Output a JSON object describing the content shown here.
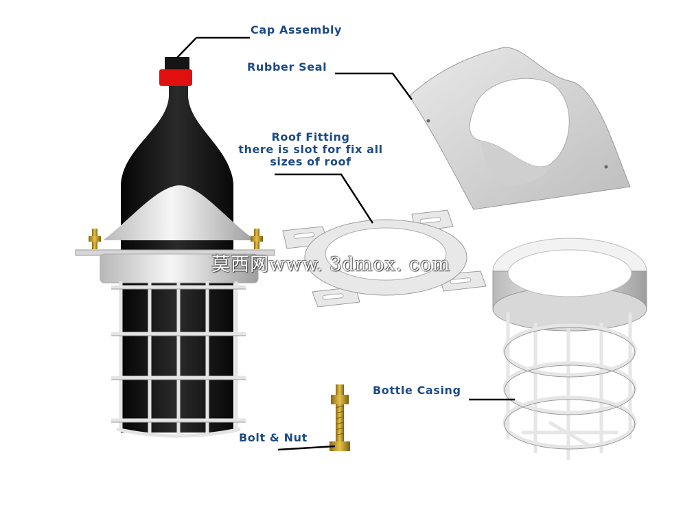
{
  "labels": {
    "cap_assembly": "Cap Assembly",
    "rubber_seal": "Rubber Seal",
    "roof_fitting_line1": "Roof Fitting",
    "roof_fitting_line2": "there is slot for fix all",
    "roof_fitting_line3": "sizes of roof",
    "bottle_casing": "Bottle Casing",
    "bolt_nut": "Bolt & Nut"
  },
  "watermark": "莫西网www. 3dmox. com",
  "colors": {
    "label_text": "#1b4a86",
    "leader_line": "#000000",
    "bottle": "#1c1c1c",
    "cap_red": "#e01010",
    "parts_white": "#e8e8e8",
    "brass": "#c9a227"
  }
}
